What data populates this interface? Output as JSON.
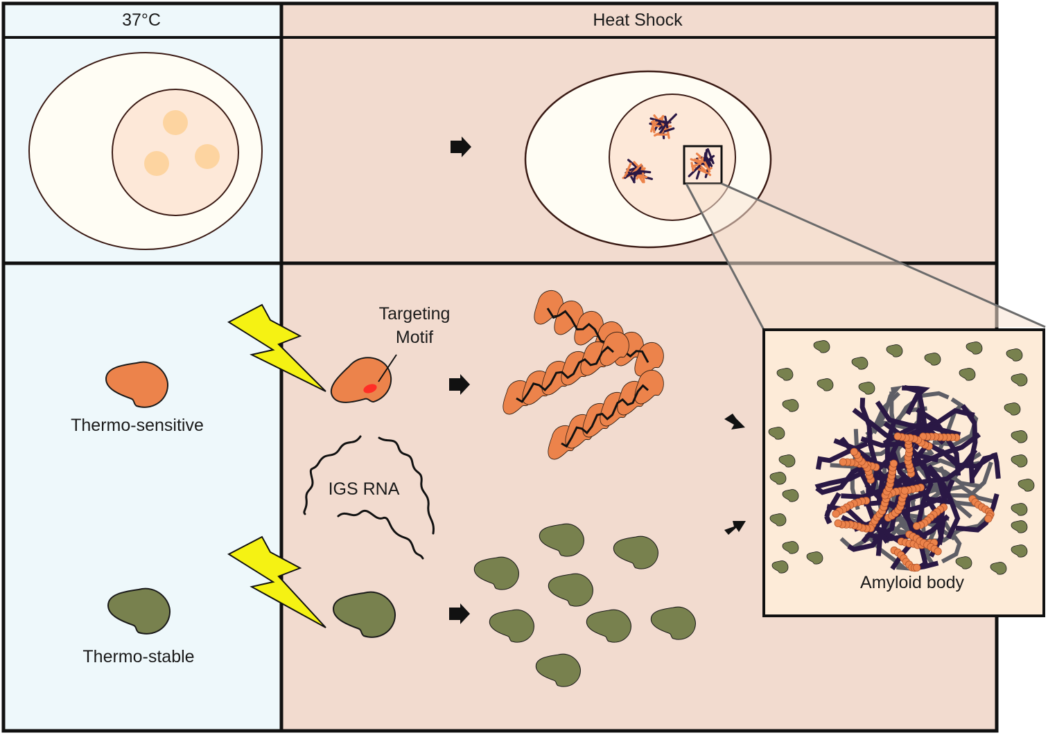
{
  "headers": {
    "left": "37°C",
    "right": "Heat Shock"
  },
  "labels": {
    "thermo_sensitive": "Thermo-sensitive",
    "thermo_stable": "Thermo-stable",
    "targeting_motif_line1": "Targeting",
    "targeting_motif_line2": "Motif",
    "igs_rna": "IGS RNA",
    "amyloid_body": "Amyloid body"
  },
  "colors": {
    "left_bg": "#eef8fb",
    "right_bg": "#f2dbcf",
    "orange_protein": "#ec834b",
    "green_protein": "#78814e",
    "dark_purple": "#2a1845",
    "grey_fiber": "#5e5e66",
    "lightning": "#f5f213",
    "cell_fill": "#fffdf4",
    "nucleus_fill": "#fde8d8",
    "nucleolus": "#fdd4a0",
    "zoom_bg": "#fdebd8",
    "motif_red": "#ff2e26"
  }
}
